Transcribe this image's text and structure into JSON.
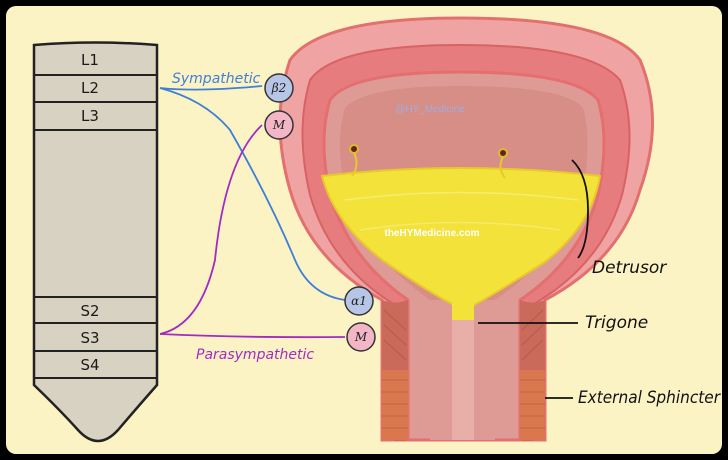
{
  "colors": {
    "background": "#FCF3C5",
    "border": "#000000",
    "spine_fill": "#D8D2C2",
    "sympathetic": "#3F7FD8",
    "parasympathetic": "#A22BC2",
    "bladder_outer": "#EFA4A3",
    "bladder_wall": "#E77C7E",
    "bladder_inner": "#DE9A94",
    "urine": "#F2E23A",
    "muscle": "#C96A5A",
    "sphincter": "#D9774F",
    "receptor_blue": "#B7C6E6",
    "receptor_pink": "#F2B6C6"
  },
  "spinal_cord": {
    "segments": [
      "L1",
      "L2",
      "L3",
      "S2",
      "S3",
      "S4"
    ]
  },
  "nerves": {
    "sympathetic_label": "Sympathetic",
    "parasympathetic_label": "Parasympathetic"
  },
  "receptors": {
    "beta2": "β2",
    "m_upper": "M",
    "alpha1": "α1",
    "m_lower": "M"
  },
  "bladder": {
    "watermark": "theHYMedicine.com",
    "ghost_text": "@HY_Medicine"
  },
  "labels": {
    "detrusor": "Detrusor",
    "trigone": "Trigone",
    "external_sphincter": "External Sphincter"
  },
  "icons": [
    "spinal-cord-diagram",
    "bladder-diagram",
    "receptor-circle-icon"
  ]
}
